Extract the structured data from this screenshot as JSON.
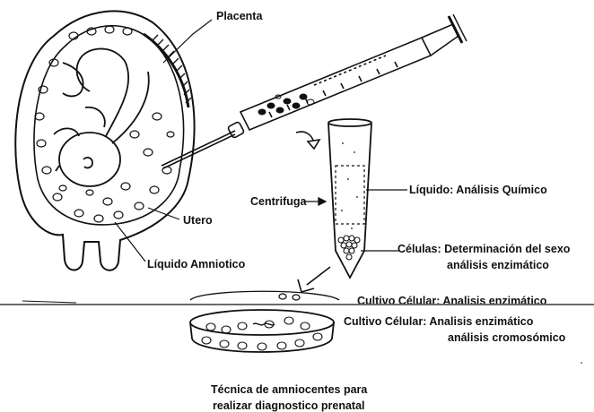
{
  "labels": {
    "placenta": "Placenta",
    "utero": "Utero",
    "liquido_amniotico": "Líquido Amniotico",
    "centrifuga": "Centrifuga",
    "liquido_analisis": "Líquido: Análisis Químico",
    "celulas_line1": "Células: Determinación del sexo",
    "celulas_line2": "análisis enzimático",
    "cultivo_top_cut": "Cultivo Célular: Analisis enzimático",
    "cultivo_line1": "Cultivo Célular: Analisis enzimático",
    "cultivo_line2": "análisis cromosómico"
  },
  "caption": {
    "line1": "Técnica de amniocentes para",
    "line2": "realizar diagnostico prenatal"
  },
  "colors": {
    "ink": "#111111",
    "paper": "#ffffff"
  }
}
